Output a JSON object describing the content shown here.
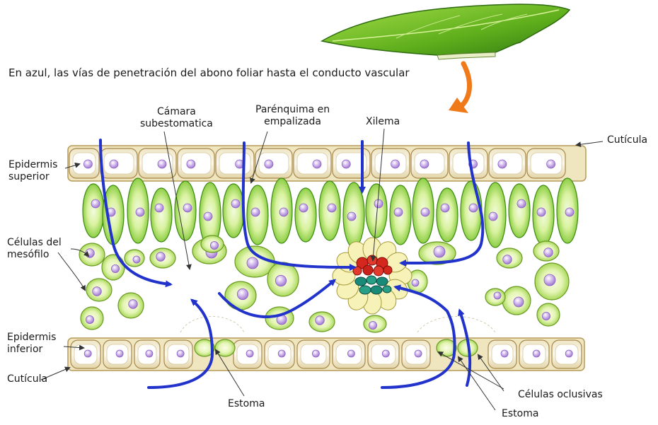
{
  "caption": "En azul, las vías de penetración del abono foliar hasta el conducto vascular",
  "labels": {
    "camara": [
      "Cámara",
      "subestomatica"
    ],
    "parenquima": [
      "Parénquima en",
      "empalizada"
    ],
    "xilema": "Xilema",
    "cuticula_top": "Cutícula",
    "epidermis_superior": [
      "Epidermis",
      "superior"
    ],
    "celulas_mesofilo": [
      "Células del",
      "mesófilo"
    ],
    "epidermis_inferior": [
      "Epidermis",
      "inferior"
    ],
    "cuticula_bottom": "Cutícula",
    "estoma_left": "Estoma",
    "celulas_oclusivas": "Células oclusivas",
    "estoma_right": "Estoma"
  },
  "colors": {
    "pathway": "#2233cc",
    "orange_arrow": "#f07a1a",
    "palisade": "#8fd02a",
    "nucleus": "#b28ad8",
    "xylem": "#d4281e",
    "phloem": "#1a8a78",
    "epidermis": "#e6d9b4"
  }
}
